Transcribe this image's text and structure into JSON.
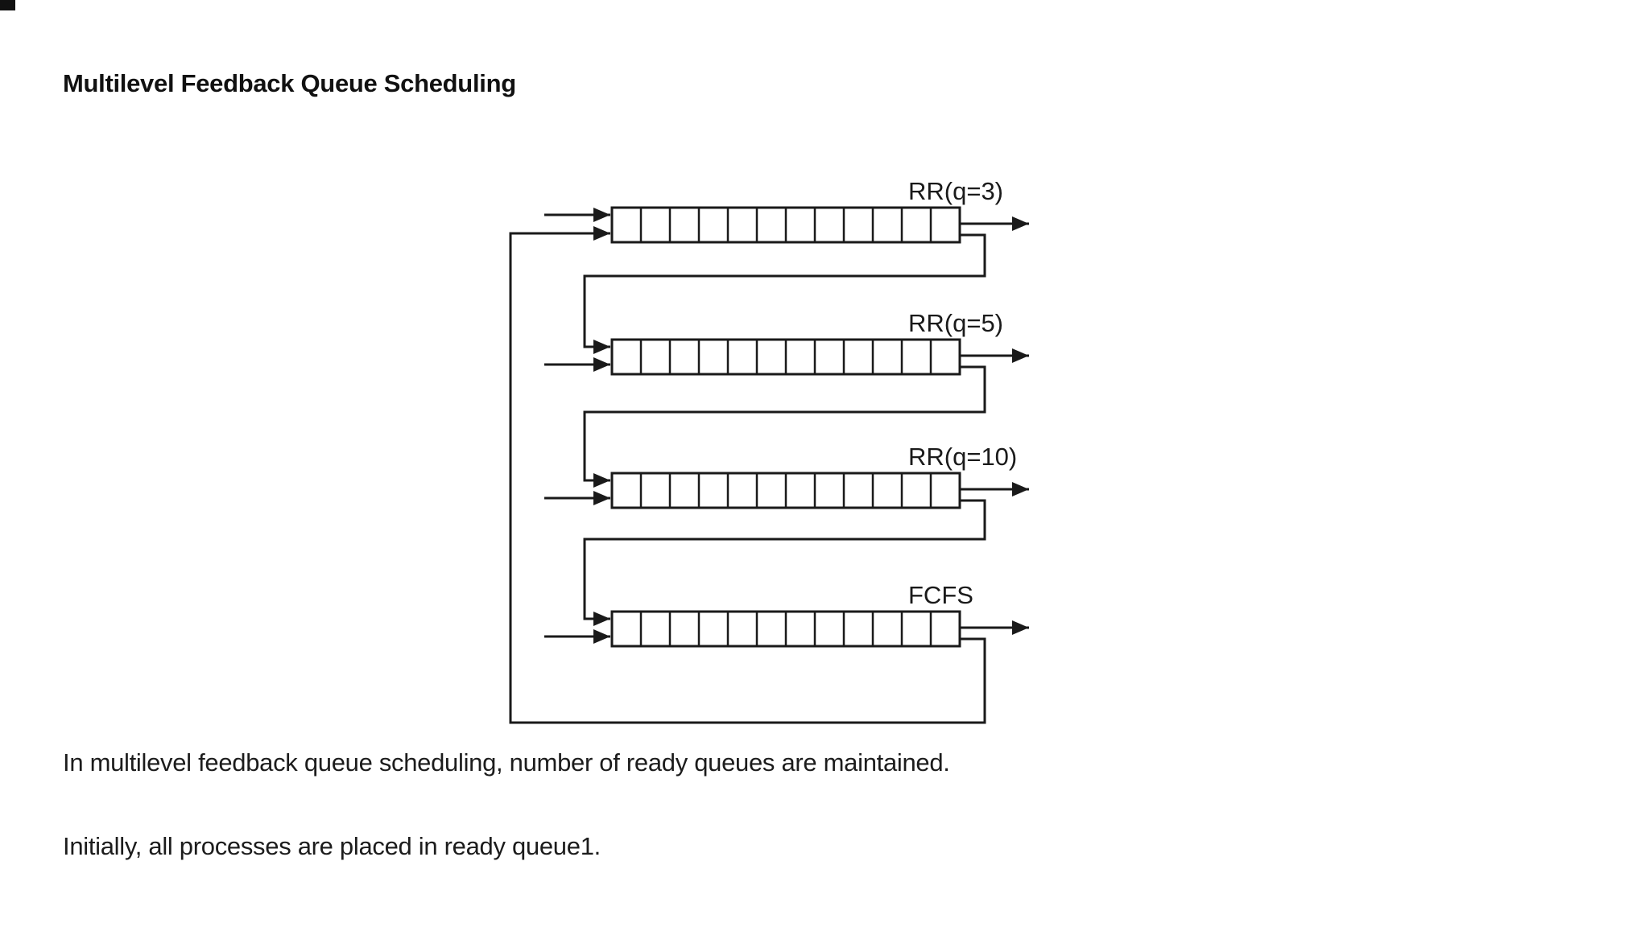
{
  "title": "Multilevel Feedback Queue Scheduling",
  "diagram": {
    "queue_labels": [
      "RR(q=3)",
      "RR(q=5)",
      "RR(q=10)",
      "FCFS"
    ],
    "cells_per_queue": 12,
    "line_color": "#1a1a1a"
  },
  "body": {
    "paragraph1": "In multilevel feedback queue scheduling, number of ready queues are maintained.",
    "paragraph2": "Initially, all processes are placed in ready queue1."
  }
}
